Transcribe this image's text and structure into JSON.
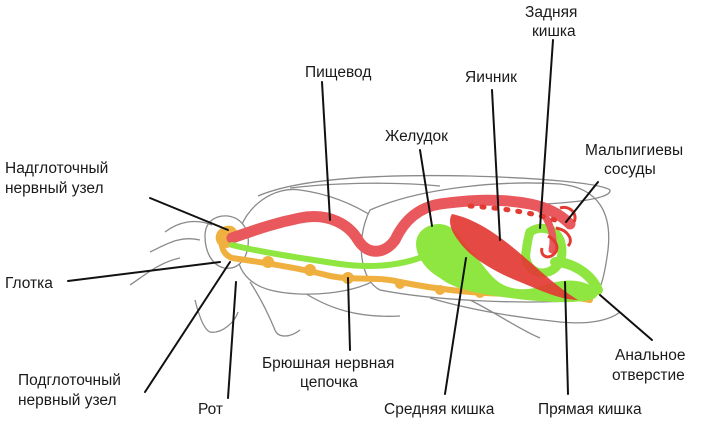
{
  "labels": {
    "supra_ganglion_l1": "Надглоточный",
    "supra_ganglion_l2": "нервный узел",
    "pharynx": "Глотка",
    "sub_ganglion_l1": "Подглоточный",
    "sub_ganglion_l2": "нервный узел",
    "mouth": "Рот",
    "esophagus": "Пищевод",
    "stomach": "Желудок",
    "ovary": "Яичник",
    "hindgut_l1": "Задняя",
    "hindgut_l2": "кишка",
    "malpighian_l1": "Мальпигиевы",
    "malpighian_l2": "сосуды",
    "nerve_cord_l1": "Брюшная нервная",
    "nerve_cord_l2": "цепочка",
    "midgut": "Средняя кишка",
    "rectum": "Прямая кишка",
    "anus_l1": "Анальное",
    "anus_l2": "отверстие"
  },
  "colors": {
    "digestive_red": "#e8585c",
    "digestive_green": "#8fe641",
    "nerve_orange": "#f0b040",
    "ovary_red": "#e23b33",
    "outline_gray": "#8a8a8a",
    "leader_black": "#111111"
  }
}
